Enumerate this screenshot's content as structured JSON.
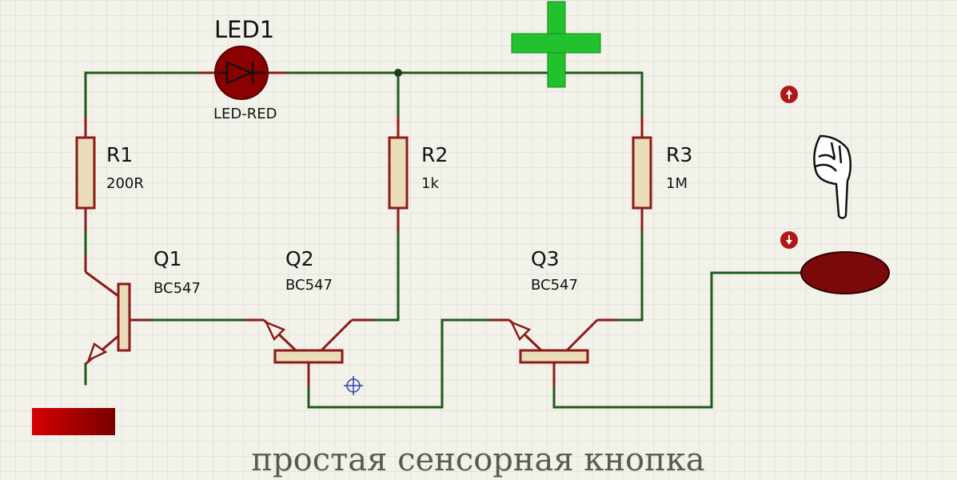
{
  "caption": "простая сенсорная кнопка",
  "components": {
    "led1": {
      "ref": "LED1",
      "value": "LED-RED"
    },
    "r1": {
      "ref": "R1",
      "value": "200R"
    },
    "r2": {
      "ref": "R2",
      "value": "1k"
    },
    "r3": {
      "ref": "R3",
      "value": "1M"
    },
    "q1": {
      "ref": "Q1",
      "value": "BC547"
    },
    "q2": {
      "ref": "Q2",
      "value": "BC547"
    },
    "q3": {
      "ref": "Q3",
      "value": "BC547"
    }
  },
  "icons": {
    "power": "plus-terminal-icon",
    "ground": "ground-terminal-icon",
    "touch_pad": "touch-pad-icon",
    "hand": "pointing-hand-icon",
    "probe": "crosshair-probe-icon"
  },
  "colors": {
    "background": "#f2f2ea",
    "grid": "#d6d6cc",
    "wire": "#1f5a1f",
    "component": "#8b1a1a",
    "component_fill": "#e8ddb8",
    "led_fill": "#8b0000",
    "power_green": "#22c22e",
    "ground_red": "#c00000",
    "touch_pad": "#7a0a0a"
  }
}
